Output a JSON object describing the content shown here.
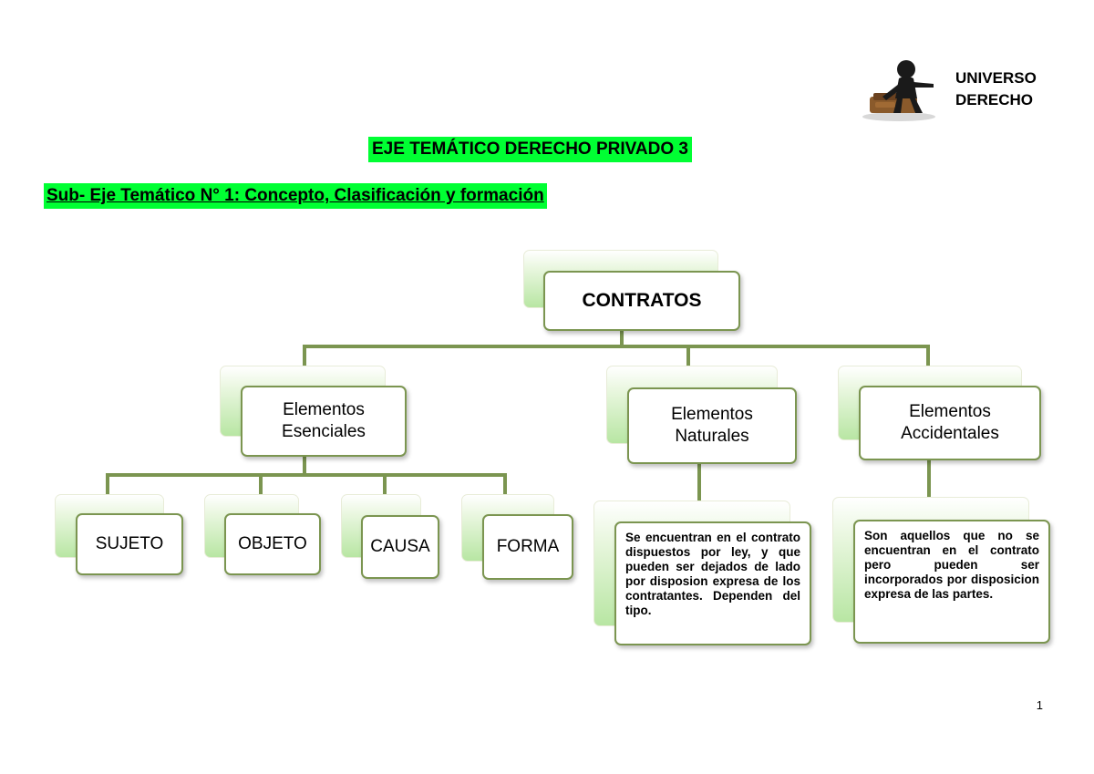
{
  "header": {
    "logo_line1": "UNIVERSO",
    "logo_line2": "DERECHO"
  },
  "title": "EJE TEMÁTICO DERECHO PRIVADO 3",
  "subtitle": "Sub- Eje Temático N° 1: Concepto, Clasificación y formación",
  "diagram": {
    "root": "CONTRATOS",
    "branches": [
      {
        "line1": "Elementos",
        "line2": "Esenciales",
        "children": [
          "SUJETO",
          "OBJETO",
          "CAUSA",
          "FORMA"
        ]
      },
      {
        "line1": "Elementos",
        "line2": "Naturales",
        "description": "Se encuentran en el contrato dispuestos por ley, y que pueden ser dejados de lado por disposion expresa de los contratantes. Dependen del tipo."
      },
      {
        "line1": "Elementos",
        "line2": "Accidentales",
        "description": "Son aquellos que no se encuentran en el contrato pero pueden ser incorporados por disposicion expresa de las partes."
      }
    ]
  },
  "page_number": "1",
  "colors": {
    "highlight": "#00ff33",
    "connector": "#7b9550",
    "node_back": "#b8e6a3"
  }
}
